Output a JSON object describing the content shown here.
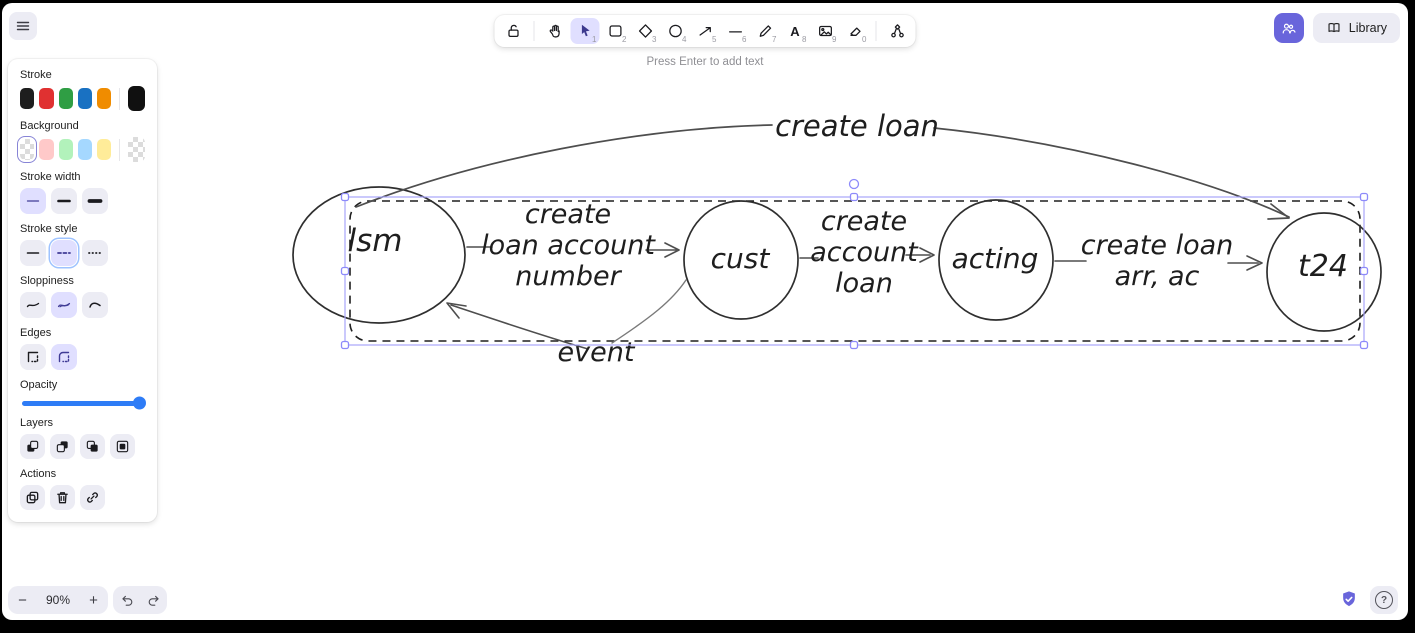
{
  "topbar": {
    "hint": "Press Enter to add text",
    "library_label": "Library",
    "text_tool_glyph": "A",
    "tools": [
      {
        "name": "lock",
        "shortcut": ""
      },
      {
        "name": "hand",
        "shortcut": ""
      },
      {
        "name": "selection",
        "shortcut": "1",
        "active": true
      },
      {
        "name": "rectangle",
        "shortcut": "2"
      },
      {
        "name": "diamond",
        "shortcut": "3"
      },
      {
        "name": "ellipse",
        "shortcut": "4"
      },
      {
        "name": "arrow",
        "shortcut": "5"
      },
      {
        "name": "line",
        "shortcut": "6"
      },
      {
        "name": "draw",
        "shortcut": "7"
      },
      {
        "name": "text",
        "shortcut": "8"
      },
      {
        "name": "image",
        "shortcut": "9"
      },
      {
        "name": "eraser",
        "shortcut": "0"
      },
      {
        "name": "more-tools",
        "shortcut": ""
      }
    ]
  },
  "panel": {
    "stroke_label": "Stroke",
    "background_label": "Background",
    "stroke_width_label": "Stroke width",
    "stroke_style_label": "Stroke style",
    "sloppiness_label": "Sloppiness",
    "edges_label": "Edges",
    "opacity_label": "Opacity",
    "layers_label": "Layers",
    "actions_label": "Actions",
    "stroke_colors": [
      "#1e1e1e",
      "#e03131",
      "#2f9e44",
      "#1971c2",
      "#f08c00"
    ],
    "current_stroke_color": "#101010",
    "background_colors": [
      "transparent",
      "#ffc9c9",
      "#b2f2bb",
      "#a5d8ff",
      "#ffec99"
    ],
    "current_background_color": "transparent",
    "selected_stroke_width": "thin",
    "selected_stroke_style": "dashed",
    "selected_sloppiness": "artist",
    "selected_edges": "round",
    "opacity_percent": 100,
    "opacity_color": "#2e7cf6",
    "accent_color": "#6965db"
  },
  "footer": {
    "zoom_out_glyph": "−",
    "zoom_level": "90%",
    "zoom_in_glyph": "+",
    "help_glyph": "?"
  },
  "canvas": {
    "nodes": [
      {
        "label": "lsm"
      },
      {
        "label": "cust"
      },
      {
        "label": "acting"
      },
      {
        "label": "t24"
      }
    ],
    "edge_labels": {
      "top_arrow": [
        "create loan"
      ],
      "lsm_to_cust": [
        "create",
        "loan account",
        "number"
      ],
      "cust_to_acting": [
        "create",
        "account",
        "loan"
      ],
      "acting_to_t24": [
        "create loan",
        "arr, ac"
      ],
      "event": [
        "event"
      ]
    }
  }
}
